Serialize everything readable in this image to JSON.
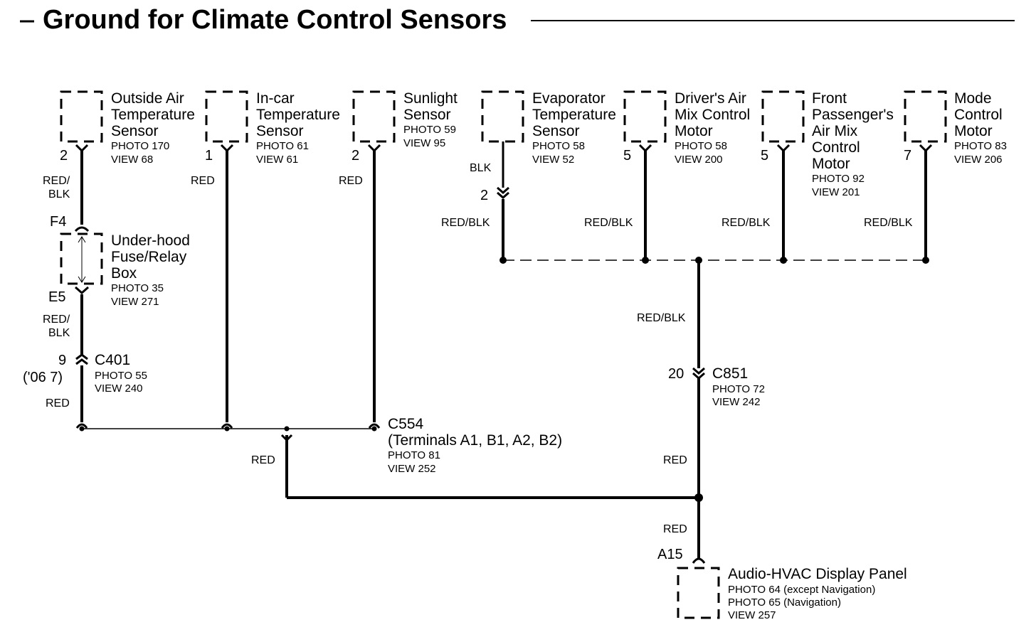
{
  "title": "Ground for Climate Control Sensors",
  "components": {
    "outside_air": {
      "name": [
        "Outside Air",
        "Temperature",
        "Sensor"
      ],
      "photo": "PHOTO 170",
      "view": "VIEW 68",
      "pin": "2"
    },
    "in_car": {
      "name": [
        "In-car",
        "Temperature",
        "Sensor"
      ],
      "photo": "PHOTO 61",
      "view": "VIEW 61",
      "pin": "1"
    },
    "sunlight": {
      "name": [
        "Sunlight",
        "Sensor"
      ],
      "photo": "PHOTO 59",
      "view": "VIEW 95",
      "pin": "2"
    },
    "evaporator": {
      "name": [
        "Evaporator",
        "Temperature",
        "Sensor"
      ],
      "photo": "PHOTO 58",
      "view": "VIEW 52",
      "pin": "2"
    },
    "driver_air_mix": {
      "name": [
        "Driver's Air",
        "Mix Control",
        "Motor"
      ],
      "photo": "PHOTO 58",
      "view": "VIEW 200",
      "pin": "5"
    },
    "front_pass_air_mix": {
      "name": [
        "Front",
        "Passenger's",
        "Air Mix",
        "Control",
        "Motor"
      ],
      "photo": "PHOTO 92",
      "view": "VIEW 201",
      "pin": "5"
    },
    "mode_control": {
      "name": [
        "Mode",
        "Control",
        "Motor"
      ],
      "photo": "PHOTO 83",
      "view": "VIEW 206",
      "pin": "7"
    },
    "fuse_box": {
      "name": [
        "Under-hood",
        "Fuse/Relay",
        "Box"
      ],
      "photo": "PHOTO 35",
      "view": "VIEW 271",
      "pin_top": "F4",
      "pin_bottom": "E5"
    },
    "audio_hvac": {
      "name": "Audio-HVAC Display Panel",
      "photo1": "PHOTO 64 (except Navigation)",
      "photo2": "PHOTO 65 (Navigation)",
      "view": "VIEW 257",
      "pin": "A15"
    }
  },
  "connectors": {
    "c401": {
      "name": "C401",
      "pin": "9",
      "pin_alt": "('06 7)",
      "photo": "PHOTO 55",
      "view": "VIEW 240"
    },
    "c554": {
      "name": "C554",
      "terminals": "(Terminals A1, B1, A2, B2)",
      "photo": "PHOTO 81",
      "view": "VIEW 252"
    },
    "c851": {
      "name": "C851",
      "pin": "20",
      "photo": "PHOTO 72",
      "view": "VIEW 242"
    }
  },
  "wires": {
    "red_blk_split": [
      "RED/",
      "BLK"
    ],
    "red": "RED",
    "blk": "BLK",
    "red_blk": "RED/BLK"
  }
}
